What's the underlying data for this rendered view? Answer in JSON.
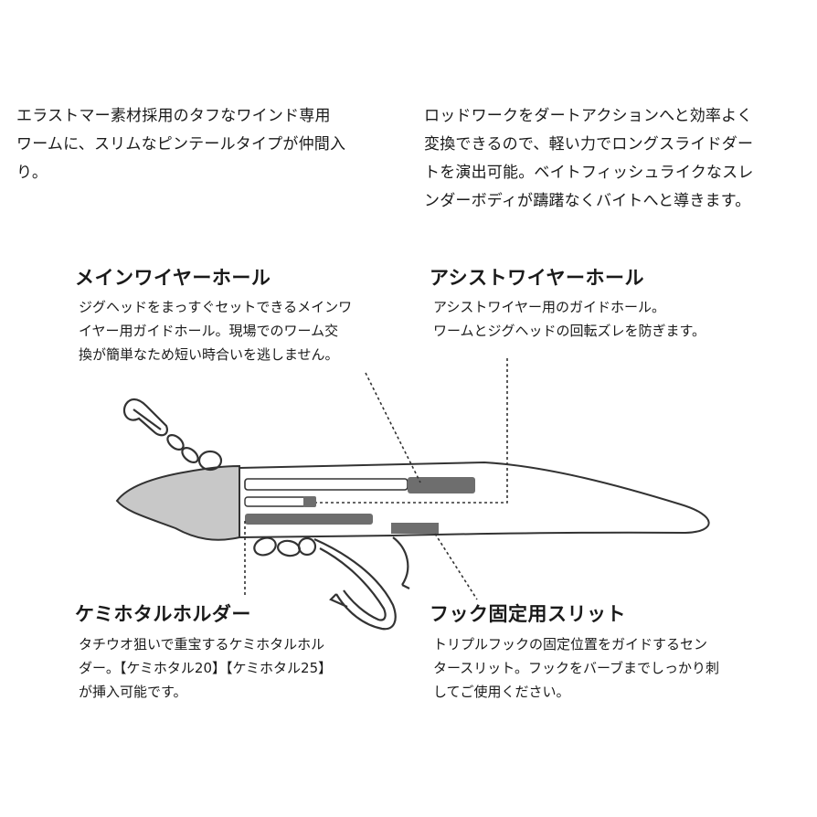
{
  "intro": {
    "left_lines": [
      "エラストマー素材採用のタフなワインド専用",
      "ワームに、スリムなピンテールタイプが仲間入",
      "り。"
    ],
    "right_lines": [
      "ロッドワークをダートアクションへと効率よく",
      "変換できるので、軽い力でロングスライドダー",
      "トを演出可能。ベイトフィッシュライクなスレ",
      "ンダーボディが躊躇なくバイトへと導きます。"
    ]
  },
  "callouts": {
    "main_wire": {
      "title": "メインワイヤーホール",
      "lines": [
        "ジグヘッドをまっすぐセットできるメインワ",
        "イヤー用ガイドホール。現場でのワーム交",
        "換が簡単なため短い時合いを逃しません。"
      ]
    },
    "assist_wire": {
      "title": "アシストワイヤーホール",
      "lines": [
        "アシストワイヤー用のガイドホール。",
        "ワームとジグヘッドの回転ズレを防ぎます。"
      ]
    },
    "kemihotaru": {
      "title": "ケミホタルホルダー",
      "lines": [
        "タチウオ狙いで重宝するケミホタルホル",
        "ダー。【ケミホタル20】【ケミホタル25】",
        "が挿入可能です。"
      ]
    },
    "hook_slit": {
      "title": "フック固定用スリット",
      "lines": [
        "トリプルフックの固定位置をガイドするセン",
        "タースリット。フックをバーブまでしっかり刺",
        "してご使用ください。"
      ]
    }
  },
  "colors": {
    "text": "#1a1a1a",
    "outline": "#333333",
    "head_fill": "#c8c8c8",
    "slot_fill": "#6e6e6e"
  }
}
